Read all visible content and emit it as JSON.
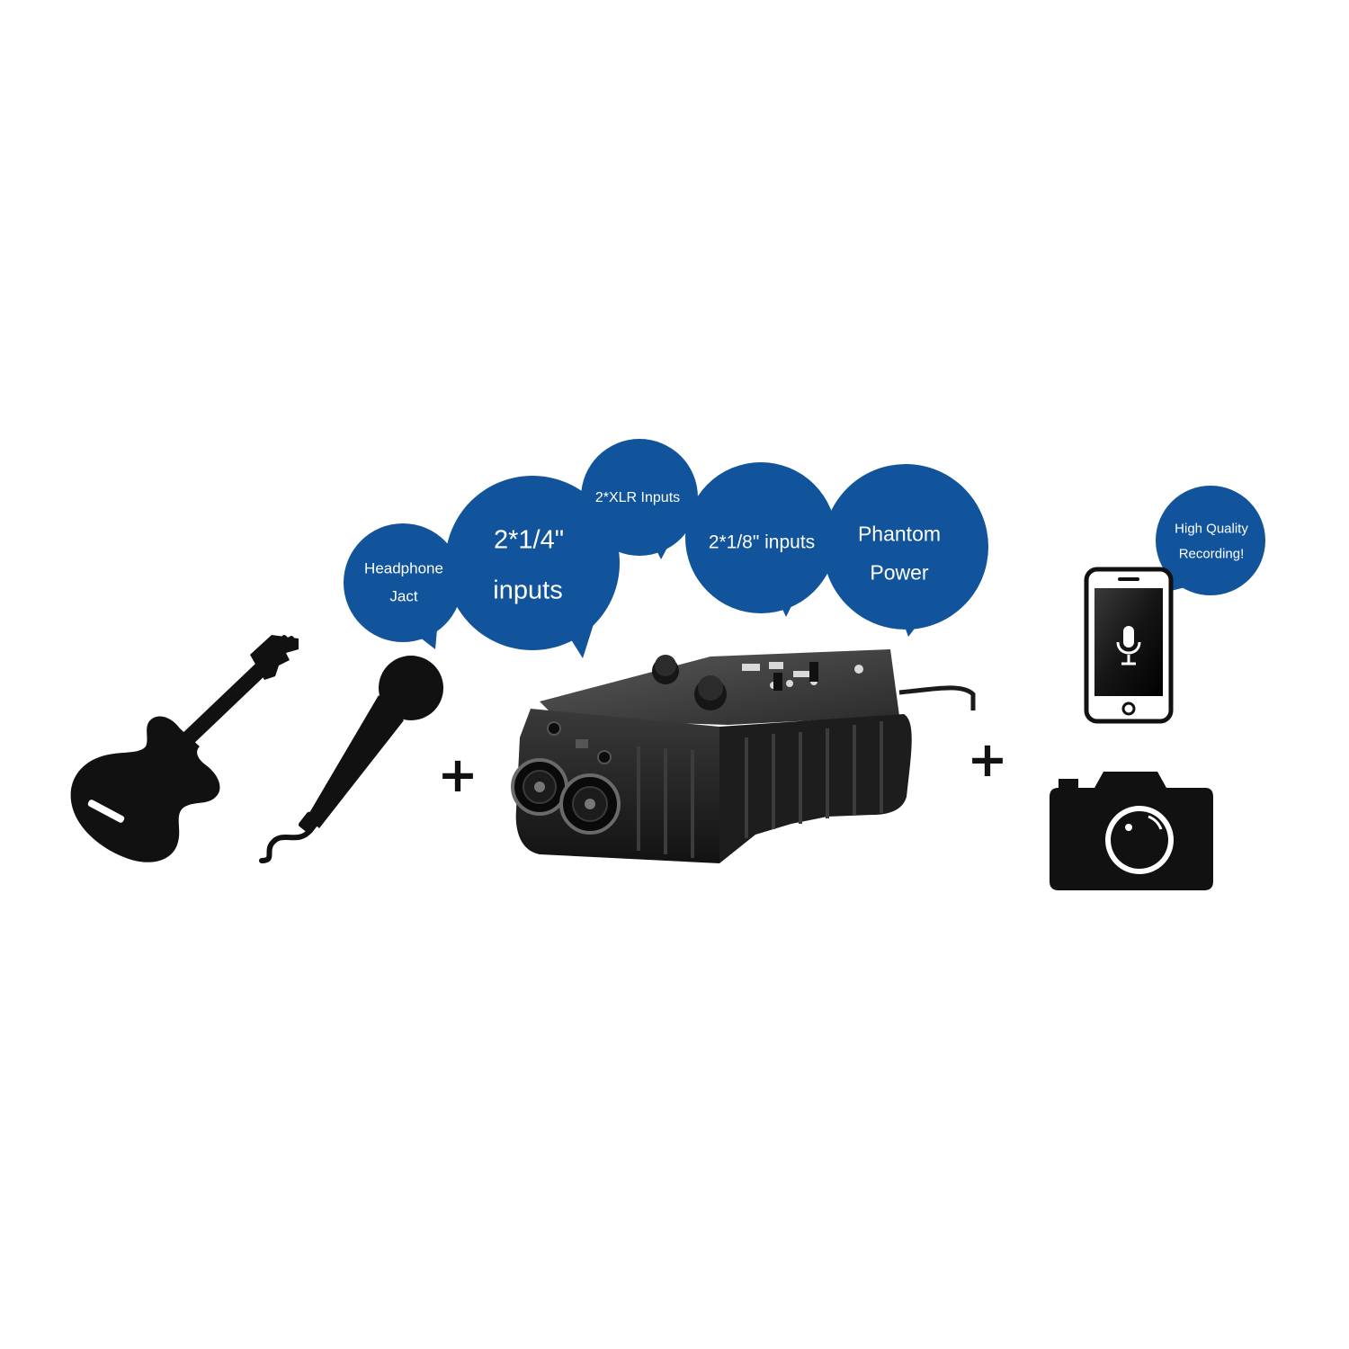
{
  "colors": {
    "bubble": "#11549b",
    "ink": "#111111",
    "background": "#ffffff"
  },
  "bubbles": {
    "headphone": {
      "line1": "Headphone",
      "line2": "Jact"
    },
    "quarter_inch": {
      "line1": "2*1/4\"",
      "line2": "inputs"
    },
    "xlr": {
      "text": "2*XLR Inputs"
    },
    "eighth_inch": {
      "text": "2*1/8\" inputs"
    },
    "phantom": {
      "line1": "Phantom",
      "line2": "Power"
    },
    "quality": {
      "line1": "High Quality",
      "line2": "Recording!"
    }
  },
  "plus_signs": {
    "left": "+",
    "right": "+"
  },
  "icons": {
    "guitar": "guitar-icon",
    "microphone": "microphone-icon",
    "device": "audio-adapter-device",
    "phone": "smartphone-icon",
    "camera": "camera-icon"
  }
}
